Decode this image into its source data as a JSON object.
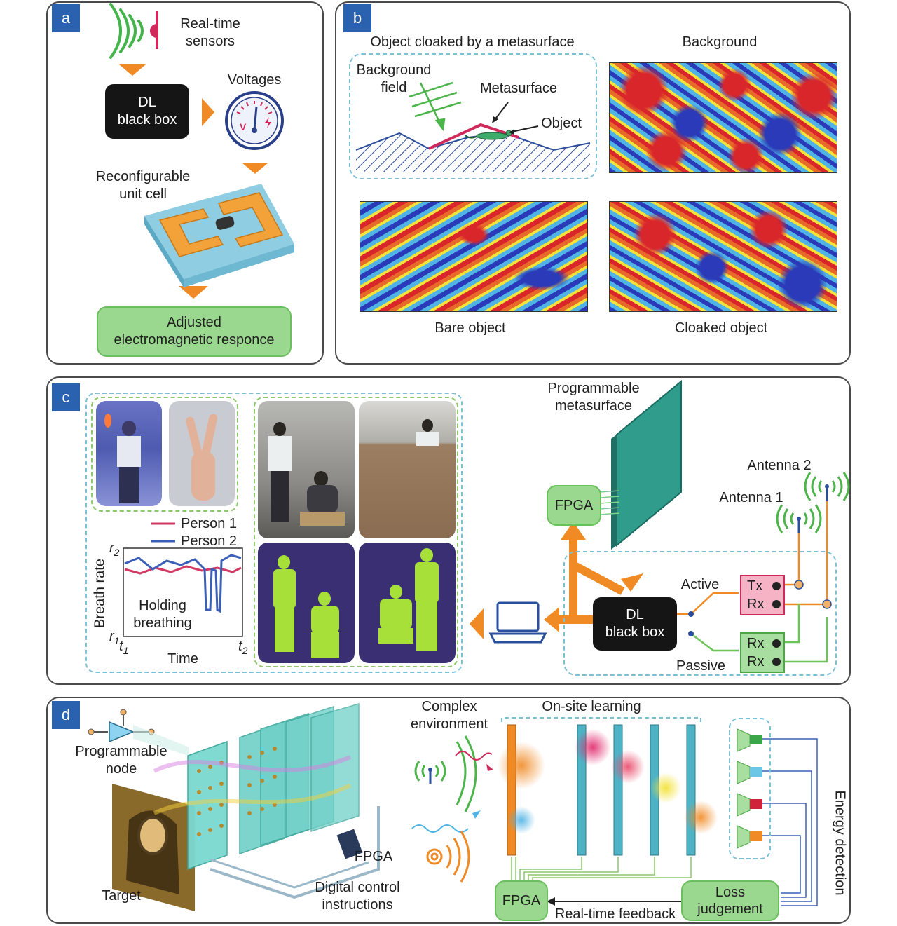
{
  "panel_a": {
    "tag": "a",
    "sensors": "Real-time\nsensors",
    "black_box": "DL\nblack box",
    "voltages": "Voltages",
    "unit_cell": "Reconfigurable\nunit cell",
    "response": "Adjusted\nelectromagnetic responce"
  },
  "panel_b": {
    "tag": "b",
    "cloaked_title": "Object cloaked by a metasurface",
    "background_field": "Background\nfield",
    "metasurface": "Metasurface",
    "object": "Object",
    "background": "Background",
    "bare_object": "Bare object",
    "cloaked_object": "Cloaked object"
  },
  "panel_c": {
    "tag": "c",
    "legend_person1": "Person 1",
    "legend_person2": "Person 2",
    "ylabel": "Breath rate",
    "xlabel": "Time",
    "holding": "Holding\nbreathing",
    "r2": "r",
    "r2_sub": "2",
    "r1": "r",
    "r1_sub": "1",
    "t1": "t",
    "t1_sub": "1",
    "t2": "t",
    "t2_sub": "2",
    "programmable_metasurface": "Programmable\nmetasurface",
    "fpga": "FPGA",
    "antenna2": "Antenna 2",
    "antenna1": "Antenna 1",
    "active": "Active",
    "passive": "Passive",
    "tx": "Tx",
    "rx": "Rx",
    "black_box": "DL\nblack box",
    "colors": {
      "person1": "#d23a63",
      "person2": "#3a5fb8"
    }
  },
  "panel_d": {
    "tag": "d",
    "programmable_node": "Programmable\nnode",
    "target": "Target",
    "fpga_board": "FPGA",
    "digital_control": "Digital control\ninstructions",
    "complex_env": "Complex\nenvironment",
    "onsite": "On-site learning",
    "fpga": "FPGA",
    "real_time": "Real-time feedback",
    "loss": "Loss\njudgement",
    "energy": "Energy detection"
  }
}
